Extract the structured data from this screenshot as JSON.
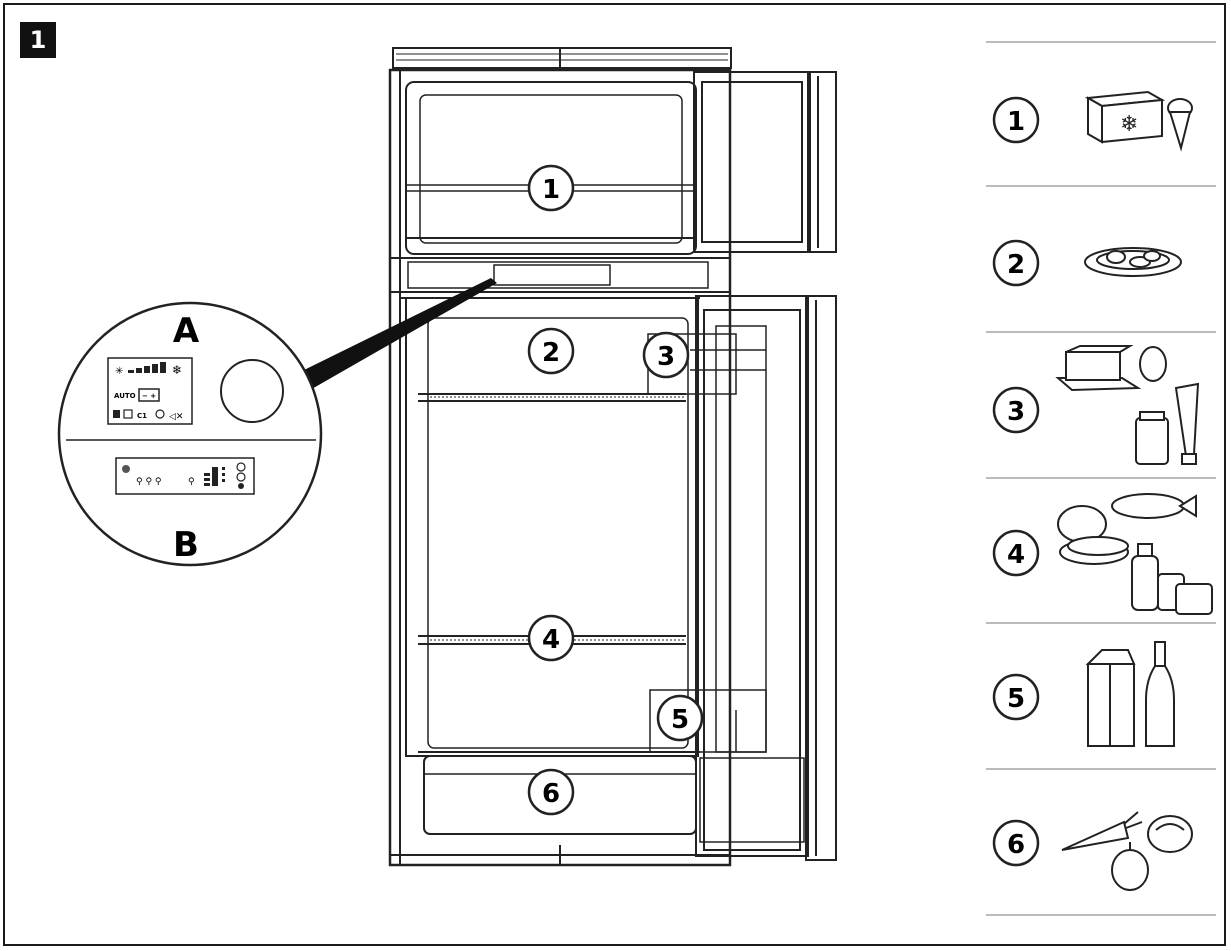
{
  "figure": {
    "number": "1"
  },
  "fridge": {
    "compartments": [
      {
        "id": "1"
      },
      {
        "id": "2"
      },
      {
        "id": "3"
      },
      {
        "id": "4"
      },
      {
        "id": "5"
      },
      {
        "id": "6"
      }
    ]
  },
  "control_panel": {
    "label_a": "A",
    "label_b": "B",
    "panel_a_auto": "AUTO",
    "panel_a_code": "C1"
  },
  "legend": {
    "rows": [
      {
        "id": "1",
        "icon": "frozen-food-icon"
      },
      {
        "id": "2",
        "icon": "plate-of-food-icon"
      },
      {
        "id": "3",
        "icon": "butter-eggs-jar-tube-icon"
      },
      {
        "id": "4",
        "icon": "meat-fish-dairy-icon"
      },
      {
        "id": "5",
        "icon": "carton-bottle-icon"
      },
      {
        "id": "6",
        "icon": "vegetables-icon"
      }
    ]
  }
}
